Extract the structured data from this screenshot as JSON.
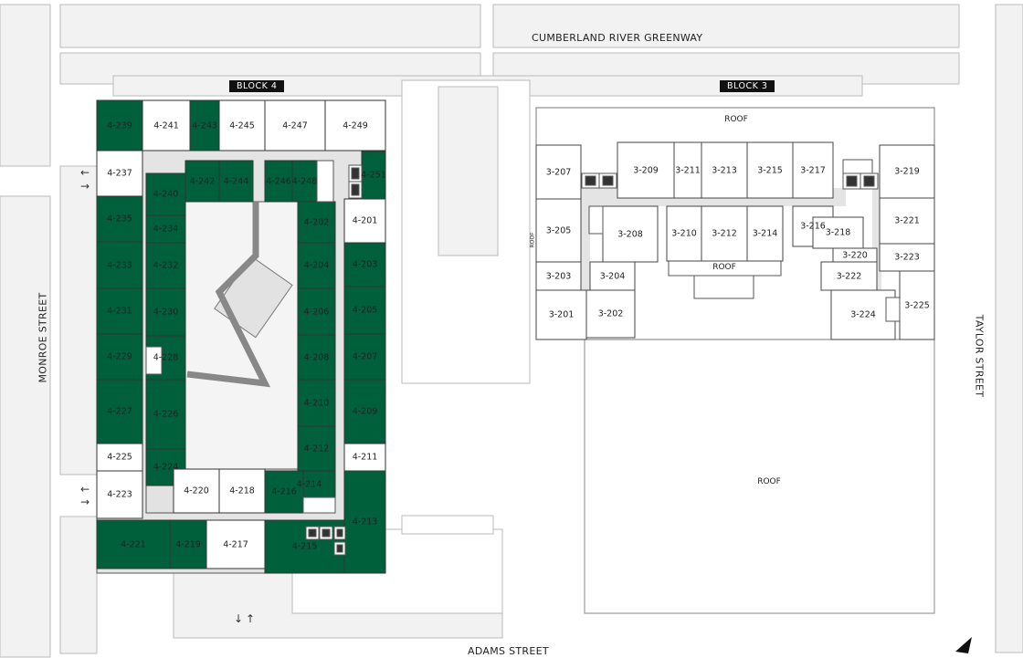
{
  "streets": {
    "north": "CUMBERLAND RIVER GREENWAY",
    "west": "MONROE STREET",
    "east": "TAYLOR STREET",
    "south": "ADAMS STREET"
  },
  "blocks": {
    "block4": "BLOCK 4",
    "block3": "BLOCK 3"
  },
  "roof_labels": [
    "ROOF",
    "ROOF",
    "ROOF",
    "ROOF"
  ],
  "arrows": {
    "left": "←",
    "right": "→",
    "down": "↓",
    "up": "↑"
  },
  "colors": {
    "highlighted": "#00603c",
    "available": "#ffffff",
    "corridor": "#e4e4e4",
    "courtyard": "#f4f4f4"
  },
  "block4_units": [
    {
      "label": "4-239",
      "highlighted": true
    },
    {
      "label": "4-237",
      "highlighted": false
    },
    {
      "label": "4-235",
      "highlighted": true
    },
    {
      "label": "4-233",
      "highlighted": true
    },
    {
      "label": "4-231",
      "highlighted": true
    },
    {
      "label": "4-229",
      "highlighted": true
    },
    {
      "label": "4-227",
      "highlighted": true
    },
    {
      "label": "4-225",
      "highlighted": false
    },
    {
      "label": "4-223",
      "highlighted": false
    },
    {
      "label": "4-241",
      "highlighted": false
    },
    {
      "label": "4-243",
      "highlighted": true
    },
    {
      "label": "4-245",
      "highlighted": false
    },
    {
      "label": "4-247",
      "highlighted": false
    },
    {
      "label": "4-249",
      "highlighted": false
    },
    {
      "label": "4-251",
      "highlighted": true
    },
    {
      "label": "4-201",
      "highlighted": false
    },
    {
      "label": "4-203",
      "highlighted": true
    },
    {
      "label": "4-205",
      "highlighted": true
    },
    {
      "label": "4-207",
      "highlighted": true
    },
    {
      "label": "4-209",
      "highlighted": true
    },
    {
      "label": "4-211",
      "highlighted": false
    },
    {
      "label": "4-213",
      "highlighted": true
    },
    {
      "label": "4-242",
      "highlighted": true
    },
    {
      "label": "4-244",
      "highlighted": true
    },
    {
      "label": "4-246",
      "highlighted": true
    },
    {
      "label": "4-248",
      "highlighted": true
    },
    {
      "label": "4-240",
      "highlighted": true
    },
    {
      "label": "4-234",
      "highlighted": true
    },
    {
      "label": "4-232",
      "highlighted": true
    },
    {
      "label": "4-230",
      "highlighted": true
    },
    {
      "label": "4-228",
      "highlighted": true
    },
    {
      "label": "4-226",
      "highlighted": true
    },
    {
      "label": "4-224",
      "highlighted": true
    },
    {
      "label": "4-202",
      "highlighted": true
    },
    {
      "label": "4-204",
      "highlighted": true
    },
    {
      "label": "4-206",
      "highlighted": true
    },
    {
      "label": "4-208",
      "highlighted": true
    },
    {
      "label": "4-210",
      "highlighted": true
    },
    {
      "label": "4-212",
      "highlighted": true
    },
    {
      "label": "4-214",
      "highlighted": true
    },
    {
      "label": "4-216",
      "highlighted": true
    },
    {
      "label": "4-220",
      "highlighted": false
    },
    {
      "label": "4-218",
      "highlighted": false
    },
    {
      "label": "4-221",
      "highlighted": true
    },
    {
      "label": "4-219",
      "highlighted": true
    },
    {
      "label": "4-217",
      "highlighted": false
    },
    {
      "label": "4-215",
      "highlighted": true
    }
  ],
  "block3_units": [
    {
      "label": "3-207"
    },
    {
      "label": "3-205"
    },
    {
      "label": "3-203"
    },
    {
      "label": "3-201"
    },
    {
      "label": "3-209"
    },
    {
      "label": "3-211"
    },
    {
      "label": "3-213"
    },
    {
      "label": "3-215"
    },
    {
      "label": "3-217"
    },
    {
      "label": "3-208"
    },
    {
      "label": "3-204"
    },
    {
      "label": "3-202"
    },
    {
      "label": "3-210"
    },
    {
      "label": "3-212"
    },
    {
      "label": "3-214"
    },
    {
      "label": "3-216"
    },
    {
      "label": "3-218"
    },
    {
      "label": "3-220"
    },
    {
      "label": "3-222"
    },
    {
      "label": "3-224"
    },
    {
      "label": "3-219"
    },
    {
      "label": "3-221"
    },
    {
      "label": "3-223"
    },
    {
      "label": "3-225"
    }
  ]
}
